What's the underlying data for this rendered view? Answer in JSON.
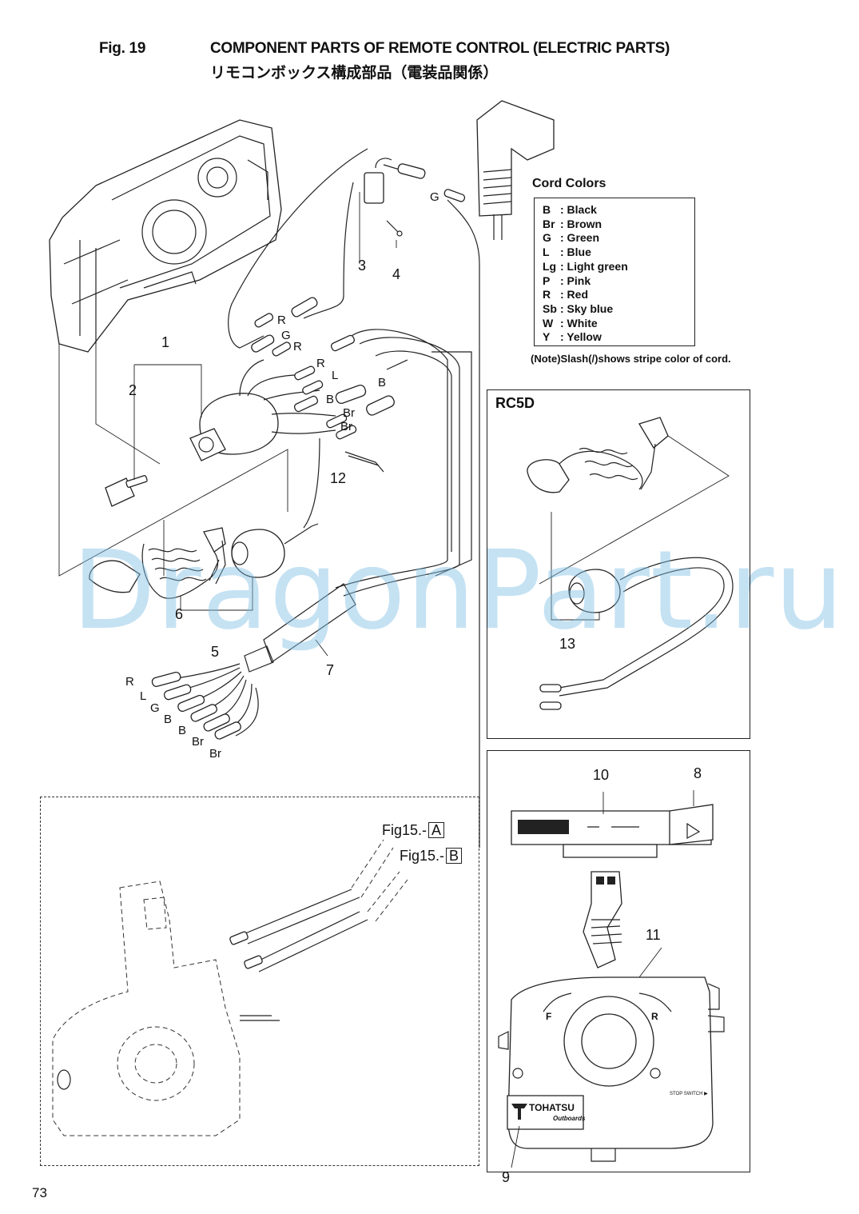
{
  "header": {
    "fig_label": "Fig. 19",
    "title": "COMPONENT PARTS OF REMOTE CONTROL (ELECTRIC PARTS)",
    "subtitle": "リモコンボックス構成部品（電装品関係）"
  },
  "cord_colors": {
    "heading": "Cord Colors",
    "items": [
      {
        "code": "B",
        "name": ": Black"
      },
      {
        "code": "Br",
        "name": ": Brown"
      },
      {
        "code": "G",
        "name": ": Green"
      },
      {
        "code": "L",
        "name": ": Blue"
      },
      {
        "code": "Lg",
        "name": ": Light green"
      },
      {
        "code": "P",
        "name": ": Pink"
      },
      {
        "code": "R",
        "name": ": Red"
      },
      {
        "code": "Sb",
        "name": ": Sky blue"
      },
      {
        "code": "W",
        "name": ": White"
      },
      {
        "code": "Y",
        "name": ": Yellow"
      }
    ],
    "note": "(Note)Slash(/)shows stripe color of cord."
  },
  "rc5d_label": "RC5D",
  "part_numbers": [
    "1",
    "2",
    "3",
    "4",
    "5",
    "6",
    "7",
    "8",
    "9",
    "10",
    "11",
    "12",
    "13"
  ],
  "wire_codes": {
    "upper": [
      "G",
      "R",
      "G",
      "R",
      "R",
      "L",
      "B",
      "B",
      "Br",
      "Br"
    ],
    "harness": [
      "R",
      "L",
      "G",
      "B",
      "B",
      "Br",
      "Br"
    ]
  },
  "references": {
    "a_prefix": "Fig15.-",
    "a_box": "A",
    "b_prefix": "Fig15.-",
    "b_box": "B"
  },
  "brand": {
    "name": "TOHATSU",
    "sub": "Outboards",
    "stop_switch": "STOP SWITCH ▶"
  },
  "control_letters": {
    "forward": "F",
    "reverse": "R"
  },
  "watermark": "DragonPart.ru",
  "page_number": "73"
}
